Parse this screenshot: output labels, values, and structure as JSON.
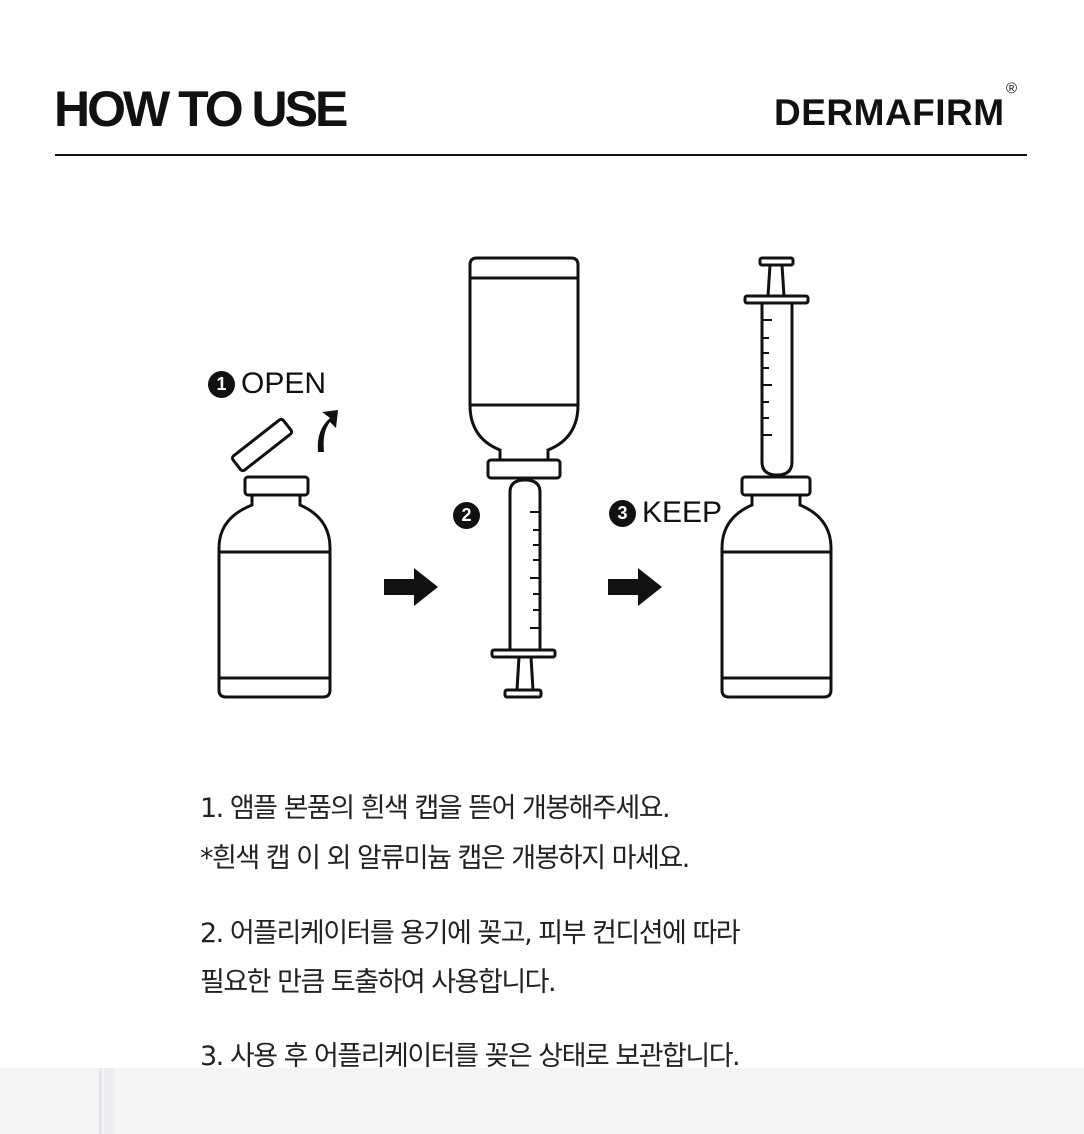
{
  "header": {
    "title": "HOW TO USE",
    "brand": "DERMAFIRM",
    "registered": "®"
  },
  "steps": [
    {
      "number": "1",
      "label": "OPEN"
    },
    {
      "number": "2",
      "label": ""
    },
    {
      "number": "3",
      "label": "KEEP"
    }
  ],
  "instructions": [
    "1. 앰플 본품의 흰색 캡을 뜯어 개봉해주세요.",
    "*흰색 캡 이 외 알류미늄 캡은 개봉하지 마세요.",
    "2. 어플리케이터를 용기에 꽂고, 피부 컨디션에 따라",
    "필요한 만큼 토출하여 사용합니다.",
    "3. 사용 후 어플리케이터를 꽂은 상태로 보관합니다."
  ]
}
